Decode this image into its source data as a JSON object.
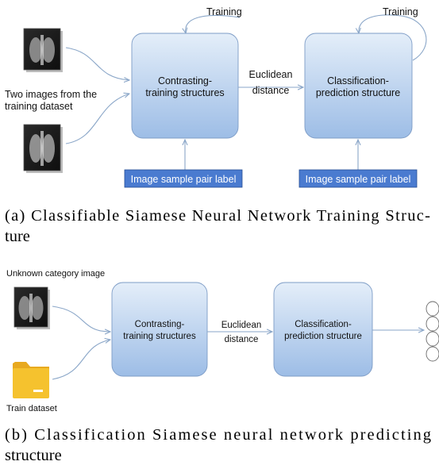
{
  "colors": {
    "box_top": "#e4eef9",
    "box_bottom": "#9dbde6",
    "box_stroke": "#7d9cc6",
    "label_fill": "#4a7bd0",
    "arrow": "#8aa6c8",
    "xray_dark": "#1c1c1c",
    "folder": "#f5c22e"
  },
  "top": {
    "training_loop_a": "Training",
    "training_loop_b": "Training",
    "input_note_line1": "Two images from the",
    "input_note_line2": "training dataset",
    "box1_line1": "Contrasting-",
    "box1_line2": "training structures",
    "edge_line1": "Euclidean",
    "edge_line2": "distance",
    "box2_line1": "Classification-",
    "box2_line2": "prediction structure",
    "pair_label_1": "Image sample pair label",
    "pair_label_2": "Image sample pair label",
    "caption_line1": "(a) Classifiable Siamese Neural Network Training Struc-",
    "caption_line2": "ture"
  },
  "bottom": {
    "unknown_label": "Unknown category image",
    "dataset_label": "Train dataset",
    "box1_line1": "Contrasting-",
    "box1_line2": "training structures",
    "edge_line1": "Euclidean",
    "edge_line2": "distance",
    "box2_line1": "Classification-",
    "box2_line2": "prediction structure",
    "output_nodes": 4,
    "caption_line1": "(b) Classification Siamese neural network predicting",
    "caption_line2": "structure"
  },
  "icons": [
    "chest-xray-icon",
    "chest-xray-icon",
    "chest-xray-icon",
    "folder-icon"
  ]
}
